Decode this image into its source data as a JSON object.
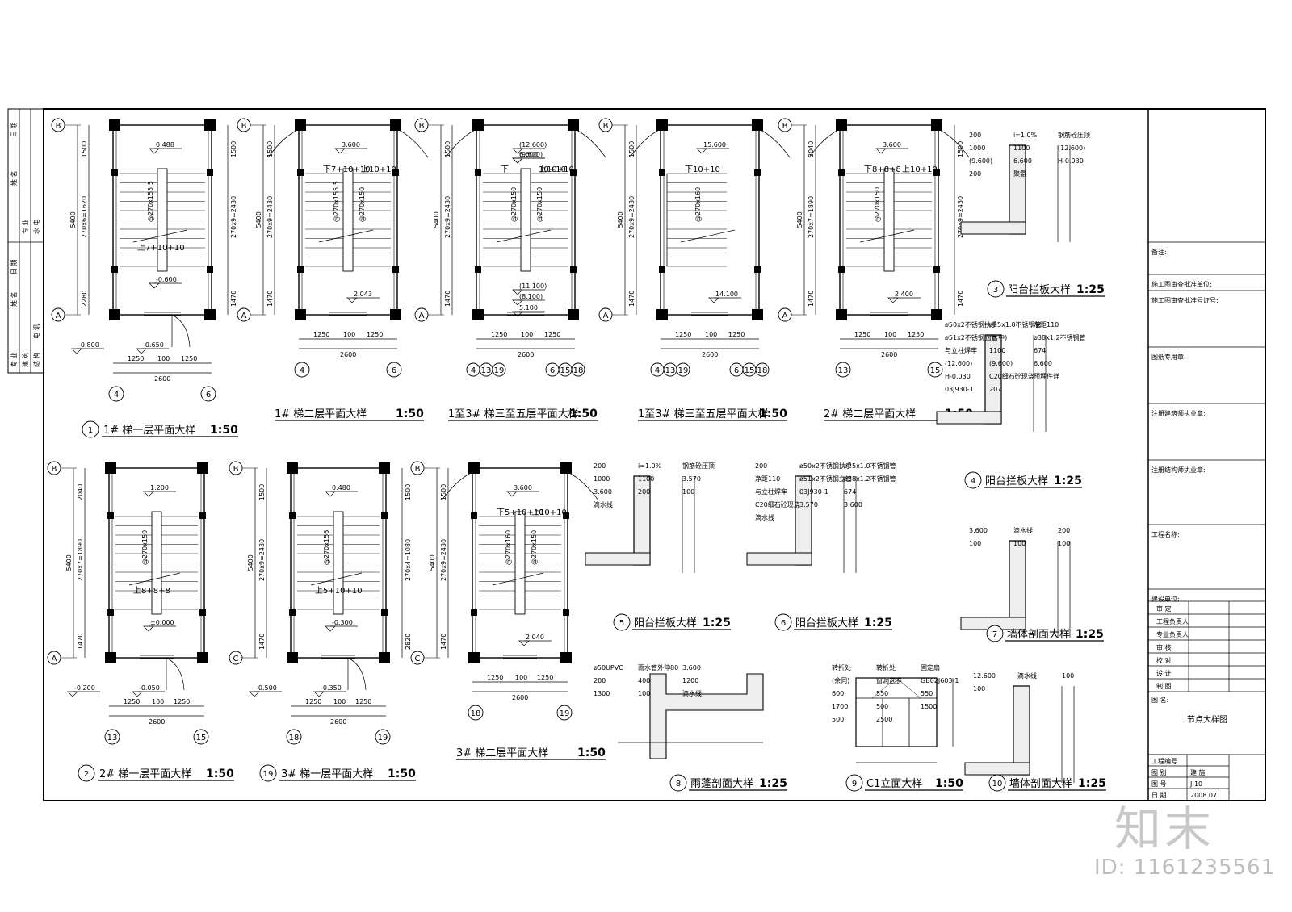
{
  "axes": {
    "A": "A",
    "B": "B",
    "C": "C"
  },
  "plans": [
    {
      "id": "p1",
      "num": "1",
      "title": "1# 梯一层平面大样",
      "scale": "1:50",
      "levels": [
        "0.488",
        "-0.600",
        "-0.650",
        "-0.800"
      ],
      "run_labels": [
        "上7+10+10",
        "@270x155.5"
      ],
      "dims_left": [
        "1500",
        "270x6=1620",
        "2280",
        "5400"
      ],
      "dims_right": [
        "1500",
        "270x9=2430",
        "1470"
      ],
      "dims_bottom": [
        "1250",
        "100",
        "1250",
        "2600"
      ],
      "axes_bottom": [
        "4",
        "6"
      ]
    },
    {
      "id": "p2",
      "num": "",
      "title": "1# 梯二层平面大样",
      "scale": "1:50",
      "levels": [
        "3.600",
        "2.043"
      ],
      "run_labels": [
        "下7+10+10",
        "上10+10",
        "@270x155.5",
        "@270x150"
      ],
      "dims_left": [
        "1500",
        "270x9=2430",
        "1470",
        "5400"
      ],
      "dims_bottom": [
        "1250",
        "100",
        "1250",
        "2600"
      ],
      "axes_bottom": [
        "4",
        "6"
      ]
    },
    {
      "id": "p3",
      "num": "",
      "title": "1至3# 梯三至五层平面大样",
      "scale": "1:50",
      "levels": [
        "(12.600)",
        "(9.600)",
        "6.600",
        "(11.100)",
        "(8.100)",
        "5.100"
      ],
      "run_labels": [
        "下",
        "10+10",
        "上10+10",
        "@270x150",
        "@270x150"
      ],
      "dims_left": [
        "1500",
        "270x9=2430",
        "1470",
        "5400"
      ],
      "dims_bottom": [
        "1250",
        "100",
        "1250",
        "2600"
      ],
      "axes_bottom": [
        "4",
        "13",
        "19",
        "6",
        "15",
        "18"
      ]
    },
    {
      "id": "p4",
      "num": "",
      "title": "1至3# 梯三至五层平面大样",
      "scale": "1:50",
      "levels": [
        "15.600",
        "14.100"
      ],
      "run_labels": [
        "下10+10",
        "@270x160"
      ],
      "dims_left": [
        "1500",
        "270x9=2430",
        "1470",
        "5400"
      ],
      "dims_bottom": [
        "1250",
        "100",
        "1250",
        "2600"
      ],
      "axes_bottom": [
        "4",
        "13",
        "19",
        "6",
        "15",
        "18"
      ]
    },
    {
      "id": "p5",
      "num": "",
      "title": "2# 梯二层平面大样",
      "scale": "1:50",
      "levels": [
        "3.600",
        "2.400"
      ],
      "run_labels": [
        "下8+8+8",
        "上10+10",
        "@270x150"
      ],
      "dims_left": [
        "2040",
        "270x7=1890",
        "1470",
        "5400"
      ],
      "dims_right": [
        "1500",
        "270x9=2430",
        "1470"
      ],
      "dims_bottom": [
        "1250",
        "100",
        "1250",
        "2600"
      ],
      "axes_bottom": [
        "13",
        "15"
      ]
    },
    {
      "id": "p6",
      "num": "2",
      "title": "2# 梯一层平面大样",
      "scale": "1:50",
      "levels": [
        "1.200",
        "±0.000",
        "-0.050",
        "-0.200"
      ],
      "run_labels": [
        "上8+8+8",
        "@270x150"
      ],
      "dims_left": [
        "2040",
        "270x7=1890",
        "1470",
        "5400"
      ],
      "dims_bottom": [
        "1250",
        "100",
        "1250",
        "2600"
      ],
      "axes_bottom": [
        "13",
        "15"
      ]
    },
    {
      "id": "p7",
      "num": "19",
      "title": "3# 梯一层平面大样",
      "scale": "1:50",
      "levels": [
        "0.480",
        "-0.300",
        "-0.350",
        "-0.500"
      ],
      "run_labels": [
        "上5+10+10",
        "@270x156"
      ],
      "dims_left": [
        "1500",
        "270x9=2430",
        "1470",
        "5400"
      ],
      "dims_right": [
        "1500",
        "270x4=1080",
        "2820"
      ],
      "dims_bottom": [
        "1250",
        "100",
        "1250",
        "2600"
      ],
      "axes_bottom": [
        "18",
        "19"
      ]
    },
    {
      "id": "p8",
      "num": "",
      "title": "3# 梯二层平面大样",
      "scale": "1:50",
      "levels": [
        "3.600",
        "2.040"
      ],
      "run_labels": [
        "下5+10+10",
        "上10+10",
        "@270x160",
        "@270x150"
      ],
      "dims_left": [
        "1500",
        "270x9=2430",
        "1470",
        "5400"
      ],
      "dims_bottom": [
        "1250",
        "100",
        "1250",
        "2600"
      ],
      "axes_bottom": [
        "18",
        "19"
      ]
    }
  ],
  "details": [
    {
      "id": "d3",
      "num": "3",
      "title": "阳台拦板大样",
      "scale": "1:25",
      "labels": [
        "200",
        "i=1.0%",
        "钢筋砼压顶",
        "1000",
        "1100",
        "(12.600)",
        "(9.600)",
        "6.600",
        "H-0.030",
        "200",
        "聚氨"
      ]
    },
    {
      "id": "d4",
      "num": "4",
      "title": "阳台拦板大样",
      "scale": "1:25",
      "labels": [
        "ø50x2不锈钢扶手",
        "ø25x1.0不锈钢管",
        "净距110",
        "ø51x2不锈钢立管",
        "(居中)",
        "ø38x1.2不锈钢管",
        "与立柱焊牢",
        "1100",
        "674",
        "(12.600)",
        "(9.600)",
        "6.600",
        "H-0.030",
        "C20细石砼现浇",
        "预埋件详",
        "03J930-1",
        "207"
      ]
    },
    {
      "id": "d5",
      "num": "5",
      "title": "阳台拦板大样",
      "scale": "1:25",
      "labels": [
        "200",
        "i=1.0%",
        "钢筋砼压顶",
        "1000",
        "1100",
        "3.570",
        "3.600",
        "200",
        "100",
        "滴水线"
      ]
    },
    {
      "id": "d6",
      "num": "6",
      "title": "阳台拦板大样",
      "scale": "1:25",
      "labels": [
        "200",
        "ø50x2不锈钢扶手",
        "ø25x1.0不锈钢管",
        "净距110",
        "ø51x2不锈钢立管",
        "ø38x1.2不锈钢管",
        "与立柱焊牢",
        "03J930-1",
        "674",
        "C20细石砼现浇",
        "3.570",
        "3.600",
        "滴水线"
      ]
    },
    {
      "id": "d7",
      "num": "7",
      "title": "墙体剖面大样",
      "scale": "1:25",
      "labels": [
        "3.600",
        "滴水线",
        "200",
        "100",
        "100",
        "100"
      ]
    },
    {
      "id": "d8",
      "num": "8",
      "title": "雨蓬剖面大样",
      "scale": "1:25",
      "labels": [
        "ø50UPVC",
        "雨水管外伸80",
        "3.600",
        "200",
        "400",
        "1200",
        "1300",
        "100",
        "滴水线"
      ]
    },
    {
      "id": "d9",
      "num": "9",
      "title": "C1立面大样",
      "scale": "1:50",
      "labels": [
        "转折处",
        "转折处",
        "固定扇",
        "(余同)",
        "窗洞选参",
        "GB02J603-1",
        "600",
        "550",
        "550",
        "1700",
        "500",
        "1500",
        "500",
        "2500"
      ]
    },
    {
      "id": "d10",
      "num": "10",
      "title": "墙体剖面大样",
      "scale": "1:25",
      "labels": [
        "12.600",
        "滴水线",
        "100",
        "100"
      ]
    }
  ],
  "title_block": {
    "rows": [
      "备注:",
      "施工图审查批准单位:",
      "施工图审查批准号证号:",
      "图纸专用章:",
      "注册建筑师执业章:",
      "注册结构师执业章:",
      "工程名称:",
      "建设单位:"
    ],
    "sign_rows": [
      "审 定",
      "工程负责人",
      "专业负责人",
      "审 核",
      "校 对",
      "设 计",
      "制 图"
    ],
    "drawing_name_label": "图 名:",
    "drawing_name": "节点大样图",
    "project_no_label": "工程编号",
    "discipline_label": "图 别",
    "discipline": "建 施",
    "sheet_no_label": "图 号",
    "sheet_no": "J-10",
    "date_label": "日 期",
    "date": "2008.07"
  },
  "left_strip": [
    "日 期",
    "姓 名",
    "专 业",
    "水 电",
    "日 期",
    "姓 名",
    "专 业",
    "建 筑",
    "结 构",
    "电 讯"
  ],
  "watermark": {
    "logo": "知末",
    "id": "ID: 1161235561"
  }
}
